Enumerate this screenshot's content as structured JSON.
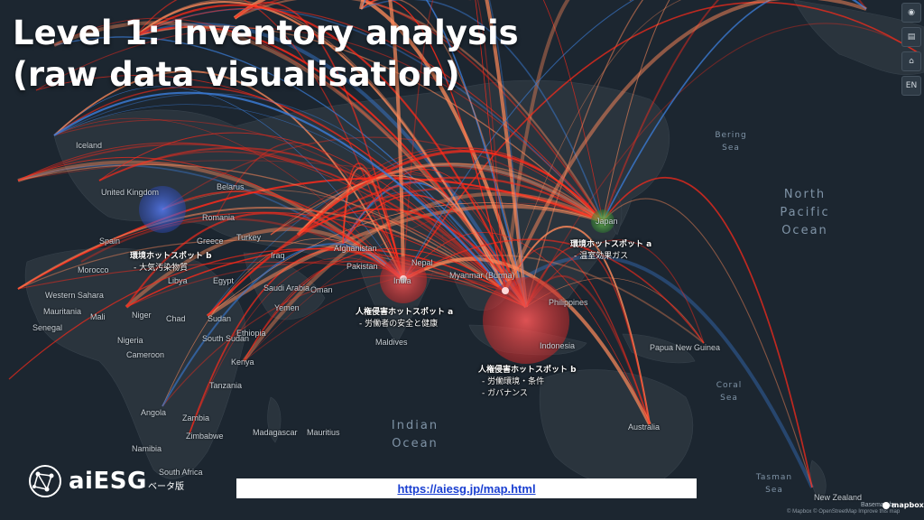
{
  "header": {
    "title_line1": "Level 1: Inventory analysis",
    "title_line2": "(raw data visualisation)"
  },
  "oceans": [
    {
      "name": "North Pacific Ocean",
      "lines": [
        "North",
        "Pacific",
        "Ocean"
      ],
      "cls": "ocean",
      "pos": "o1"
    },
    {
      "name": "Indian Ocean",
      "lines": [
        "Indian",
        "Ocean"
      ],
      "cls": "ocean",
      "pos": "o2"
    },
    {
      "name": "Bering Sea",
      "lines": [
        "Bering",
        "Sea"
      ],
      "cls": "ocean small",
      "pos": "o3"
    },
    {
      "name": "Coral Sea",
      "lines": [
        "Coral",
        "Sea"
      ],
      "cls": "ocean small",
      "pos": "o4"
    },
    {
      "name": "Tasman Sea",
      "lines": [
        "Tasman",
        "Sea"
      ],
      "cls": "ocean small",
      "pos": "o5"
    }
  ],
  "countries": [
    "Iceland",
    "United Kingdom",
    "Belarus",
    "Romania",
    "Spain",
    "Greece",
    "Turkey",
    "Morocco",
    "Libya",
    "Egypt",
    "Iraq",
    "Saudi Arabia",
    "Oman",
    "Yemen",
    "Afghanistan",
    "Pakistan",
    "India",
    "Nepal",
    "Myanmar (Burma)",
    "Philippines",
    "Japan",
    "Mauritania",
    "Mali",
    "Niger",
    "Chad",
    "Sudan",
    "Nigeria",
    "Senegal",
    "Ethiopia",
    "South Sudan",
    "Cameroon",
    "Kenya",
    "Tanzania",
    "Angola",
    "Zambia",
    "Zimbabwe",
    "Namibia",
    "Madagascar",
    "Mauritius",
    "Maldives",
    "Indonesia",
    "Papua New Guinea",
    "Australia",
    "New Zealand",
    "South Africa",
    "Western Sahara"
  ],
  "hotspots": [
    {
      "id": "env-b",
      "title": "環境ホットスポット b",
      "items": [
        "大気汚染物質"
      ]
    },
    {
      "id": "env-a",
      "title": "環境ホットスポット a",
      "items": [
        "温室効果ガス"
      ]
    },
    {
      "id": "hr-a",
      "title": "人権侵害ホットスポット a",
      "items": [
        "労働者の安全と健康"
      ]
    },
    {
      "id": "hr-b",
      "title": "人権侵害ホットスポット b",
      "items": [
        "労働環境・条件",
        "ガバナンス"
      ]
    }
  ],
  "toolbar": {
    "buttons": [
      {
        "name": "layers-button",
        "icon": "◉"
      },
      {
        "name": "document-button",
        "icon": "▤"
      },
      {
        "name": "location-button",
        "icon": "⌂"
      },
      {
        "name": "language-button",
        "icon": "EN"
      }
    ]
  },
  "footer": {
    "logo_text": "aiESG",
    "beta_label": "ベータ版",
    "url": "https://aiesg.jp/map.html",
    "attribution": "© Mapbox © OpenStreetMap Improve this map",
    "credit": "Basemap by",
    "mapbox": "mapbox"
  },
  "colors": {
    "background": "#1c2630",
    "land": "#2a343d",
    "arc_red": "#ff2a1a",
    "arc_orange": "#ff8a5a",
    "arc_blue": "#3a7bd5",
    "hotspot_red": "#e03a3a",
    "hotspot_blue": "#3a5fd0",
    "hotspot_green": "#3f9a3a"
  }
}
